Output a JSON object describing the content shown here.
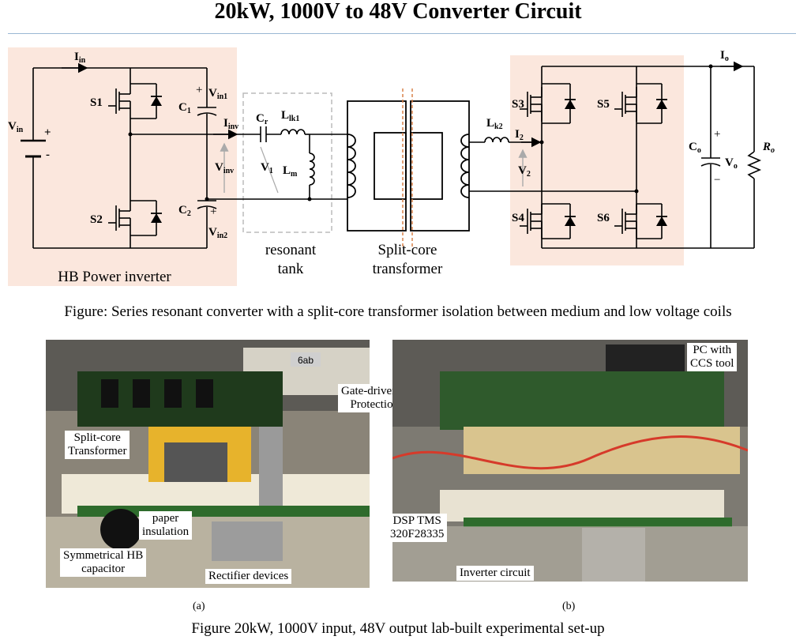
{
  "title": "20kW, 1000V to 48V Converter Circuit",
  "circuit": {
    "colors": {
      "inverter_bg": "#fbe7dd",
      "rectifier_bg": "#fbe7dd",
      "wire": "#000000"
    },
    "labels": {
      "vin": "V",
      "vin_sub": "in",
      "iin": "I",
      "iin_sub": "in",
      "s1": "S1",
      "s2": "S2",
      "s3": "S3",
      "s4": "S4",
      "s5": "S5",
      "s6": "S6",
      "c1": "C",
      "c1_sub": "1",
      "c2": "C",
      "c2_sub": "2",
      "vin1": "V",
      "vin1_sub": "in1",
      "vin2": "V",
      "vin2_sub": "in2",
      "iinv": "I",
      "iinv_sub": "inv",
      "vinv": "V",
      "vinv_sub": "inv",
      "cr": "C",
      "cr_sub": "r",
      "llk1": "L",
      "llk1_sub": "lk1",
      "v1": "V",
      "v1_sub": "1",
      "lm": "L",
      "lm_sub": "m",
      "lk2": "L",
      "lk2_sub": "k2",
      "i2": "I",
      "i2_sub": "2",
      "v2": "V",
      "v2_sub": "2",
      "io": "I",
      "io_sub": "o",
      "co": "C",
      "co_sub": "o",
      "vo": "V",
      "vo_sub": "o",
      "ro": "R",
      "ro_sub": "o",
      "plus": "+",
      "minus": "−",
      "dash": "-",
      "hb_inverter": "HB Power inverter",
      "resonant_1": "resonant",
      "resonant_2": "tank",
      "splitcore_1": "Split-core",
      "splitcore_2": "transformer"
    }
  },
  "caption_top": "Figure: Series resonant converter with a split-core transformer isolation between medium and low voltage coils",
  "photo_a": {
    "tag": "6ab",
    "labels": {
      "split_core_transformer": [
        "Split-core",
        "Transformer"
      ],
      "gate_driver": [
        "Gate-driver &",
        "Protection"
      ],
      "paper_insulation": [
        "paper",
        "insulation"
      ],
      "symmetrical_hb_capacitor": [
        "Symmetrical HB",
        "capacitor"
      ],
      "rectifier_devices": "Rectifier devices"
    },
    "sublabel": "(a)"
  },
  "photo_b": {
    "labels": {
      "pc_ccs": [
        "PC with",
        "CCS tool"
      ],
      "dsp_tms": [
        "DSP TMS",
        "320F28335"
      ],
      "inverter_circuit": "Inverter circuit"
    },
    "sublabel": "(b)"
  },
  "caption_bottom": "Figure 20kW, 1000V input, 48V output lab-built experimental set-up"
}
